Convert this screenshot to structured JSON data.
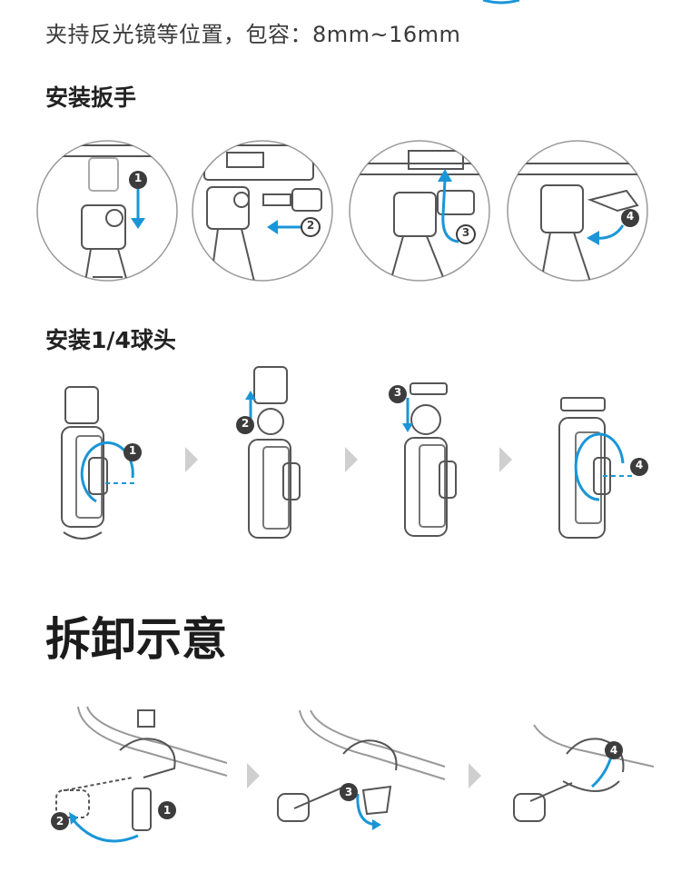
{
  "intro_text": "夹持反光镜等位置，包容：8mm~16mm",
  "sections": {
    "wrench": {
      "title": "安装扳手",
      "steps": [
        "1",
        "2",
        "3",
        "4"
      ]
    },
    "ball_head": {
      "title": "安装1/4球头",
      "steps": [
        "1",
        "2",
        "3",
        "4"
      ]
    },
    "removal": {
      "title": "拆卸示意",
      "steps": [
        "1",
        "2",
        "3",
        "4"
      ]
    }
  },
  "colors": {
    "accent": "#1a96d8",
    "line": "#555555",
    "badge": "#3c3c3c",
    "arrow_gray": "#cfcfcf"
  }
}
